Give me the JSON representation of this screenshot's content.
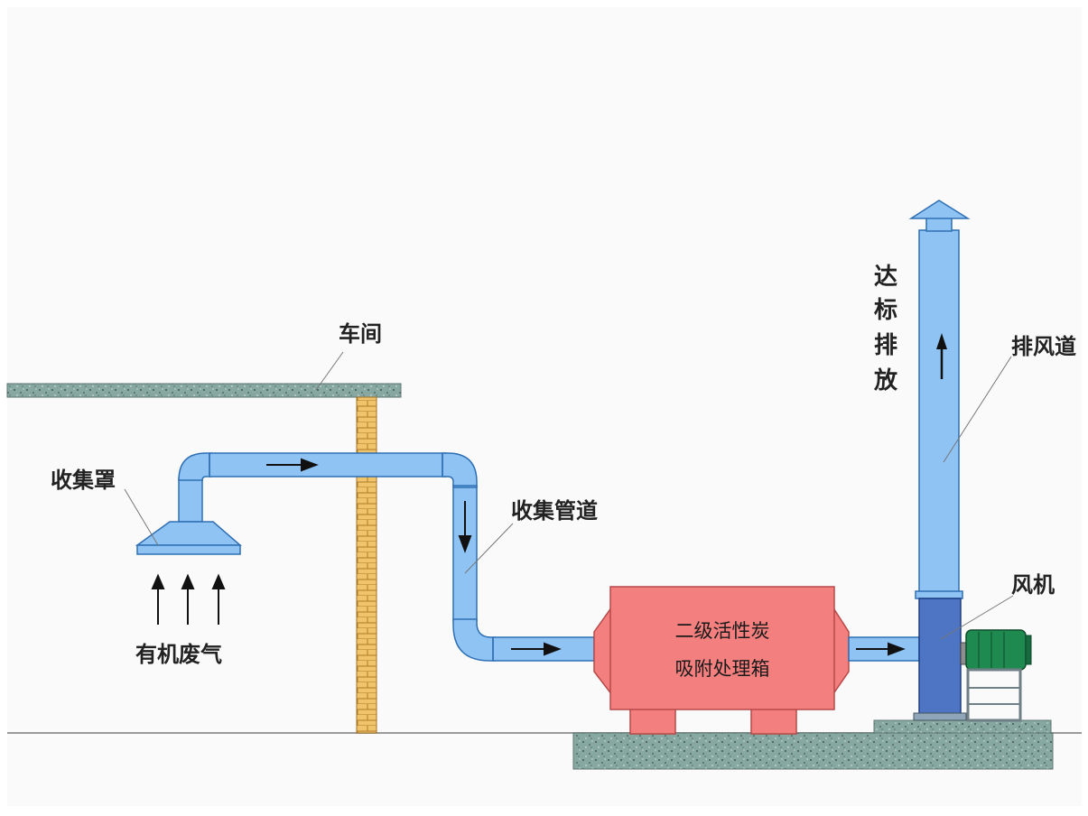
{
  "diagram": {
    "labels": {
      "workshop": "车间",
      "hood": "收集罩",
      "organic_gas": "有机废气",
      "pipe": "收集管道",
      "box_line1": "二级活性炭",
      "box_line2": "吸附处理箱",
      "fan": "风机",
      "exhaust_duct": "排风道",
      "discharge": [
        "达",
        "标",
        "排",
        "放"
      ]
    },
    "colors": {
      "background": "#fafafa",
      "duct_fill": "#8ec3f4",
      "duct_edge": "#2e6fb3",
      "fan_housing": "#4e74c4",
      "box_fill": "#f47f7f",
      "box_edge": "#b84848",
      "motor": "#1f8a50",
      "concrete": "#86a8a0",
      "brick": "#f0c46a",
      "arrow": "#111111"
    }
  }
}
